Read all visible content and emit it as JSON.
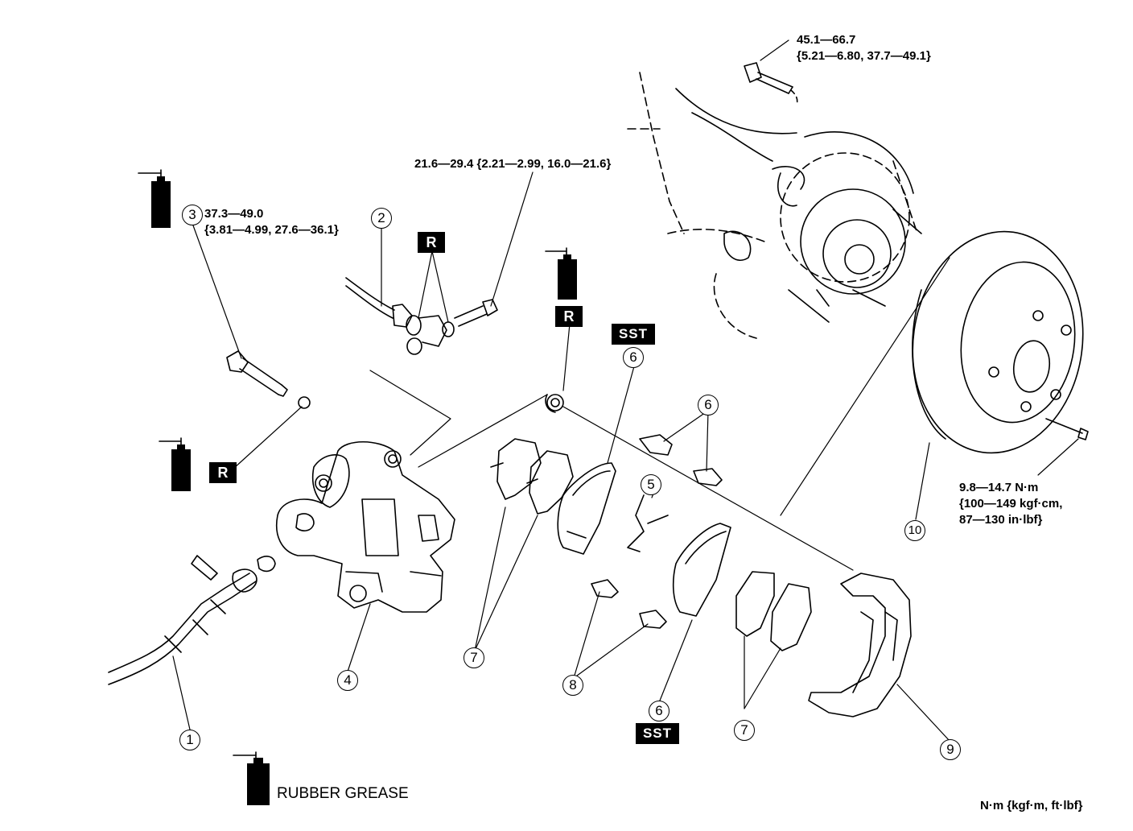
{
  "parts": {
    "p1": "1",
    "p2": "2",
    "p3": "3",
    "p4": "4",
    "p5": "5",
    "p6_top": "6",
    "p6_right": "6",
    "p6_bottom": "6",
    "p7_left": "7",
    "p7_right": "7",
    "p8": "8",
    "p9": "9",
    "p10": "10"
  },
  "torque": {
    "t_top": [
      "45.1—66.7",
      "{5.21—6.80, 37.7—49.1}"
    ],
    "t_banjo": [
      "21.6—29.4 {2.21—2.99, 16.0—21.6}"
    ],
    "t_bolt3": [
      "37.3—49.0",
      "{3.81—4.99, 27.6—36.1}"
    ],
    "t_disc": [
      "9.8—14.7 N·m",
      "{100—149 kgf·cm,",
      "87—130 in·lbf}"
    ]
  },
  "tags": {
    "r_banjo": "R",
    "r_piston": "R",
    "r_slide": "R",
    "sst_top": "SST",
    "sst_bottom": "SST"
  },
  "legend": {
    "grease_text": "RUBBER GREASE"
  },
  "units_note": "N·m {kgf·m, ft·lbf}"
}
